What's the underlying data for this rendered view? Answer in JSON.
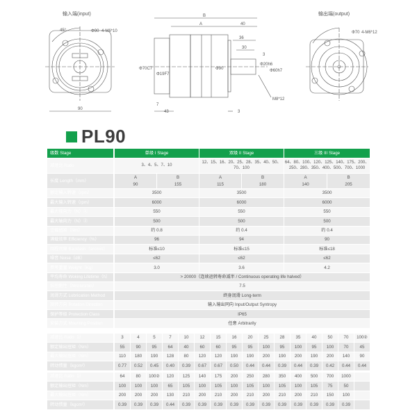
{
  "drawings": {
    "input_caption": "输入端(input)",
    "output_caption": "输出端(output)",
    "dims": {
      "B": "B",
      "A": "A",
      "d40": "40",
      "d36": "36",
      "d30": "30",
      "d3": "3",
      "phi90": "Φ90",
      "phi70": "Φ70C7",
      "phi19": "Φ19F7",
      "phi20": "Φ20h6",
      "phi60": "Φ60h7",
      "m8": "M8*12",
      "d7": "7",
      "d43": "43",
      "d3b": "3",
      "sq90": "90",
      "ang": "45°",
      "phi90in": "Φ90",
      "holes_in": "4-M6*10",
      "phi70out": "Φ70",
      "holes_out": "4-M6*12"
    }
  },
  "title": "PL90",
  "spec_table": {
    "header": {
      "label": "级数 Stage",
      "stages": [
        "单级 I Stage",
        "双级 II Stage",
        "三级 III Stage"
      ]
    },
    "ratio": {
      "label": "减速比 Ratio",
      "values": [
        "3、4、5、7、10",
        "12、15、16、20、25、28、35、40、50、70、100",
        "64、80、100、120、125、140、175、200、250、280、350、400、500、700、1000"
      ]
    },
    "length": {
      "label": "长度 Length（mm）",
      "cols": [
        [
          "A",
          "90"
        ],
        [
          "B",
          "155"
        ],
        [
          "A",
          "115"
        ],
        [
          "B",
          "180"
        ],
        [
          "A",
          "140"
        ],
        [
          "B",
          "205"
        ]
      ]
    },
    "rows": [
      {
        "label": "额定输入转速（rpm）",
        "values": [
          "3500",
          "3500",
          "3500"
        ]
      },
      {
        "label": "最大输入转速（rpm）",
        "values": [
          "6000",
          "6000",
          "6000"
        ]
      },
      {
        "label": "最大径向力（N）②",
        "values": [
          "550",
          "550",
          "550"
        ]
      },
      {
        "label": "最大轴向力（N）②",
        "values": [
          "500",
          "500",
          "500"
        ]
      },
      {
        "label": "空载扭矩（Nm）",
        "values": [
          "约 0.8",
          "约 0.4",
          "约 0.4"
        ]
      },
      {
        "label": "满载效率 Efficiency（%）",
        "values": [
          "96",
          "94",
          "90"
        ]
      },
      {
        "label": "回程间隙 Backlash（arcmin）",
        "values": [
          "标准≤10",
          "标准≤15",
          "标准≤18"
        ]
      },
      {
        "label": "噪音 Noise（dB）",
        "values": [
          "≤62",
          "≤62",
          "≤62"
        ]
      },
      {
        "label": "参考重量 Weight（Kg）",
        "values": [
          "3.0",
          "3.6",
          "4.2"
        ]
      },
      {
        "label": "平均寿命 Woking Lifetime（h）",
        "values": [
          "> 20000（连续运转寿命减半 / Continuous operating life halved）"
        ]
      },
      {
        "label": "抗扭刚性（Nm/arcmin）",
        "values": [
          "7.5"
        ]
      },
      {
        "label": "润滑方式 Lubrication Method",
        "values": [
          "终身润滑 Long-term"
        ]
      },
      {
        "label": "旋转方向 Rotation Direction",
        "values": [
          "输入输出同向 Input/Output Syntropy"
        ]
      },
      {
        "label": "保护等级 Protection Class",
        "values": [
          "IP65"
        ]
      },
      {
        "label": "安装方式 Mounting Position",
        "values": [
          "任意 Arbitrarily"
        ]
      }
    ]
  },
  "torque_tables": [
    {
      "rows": [
        {
          "label": "减速比 Ratio（i）",
          "values": [
            "3",
            "4",
            "5",
            "7",
            "10",
            "12",
            "15",
            "16",
            "20",
            "25",
            "28",
            "35",
            "40",
            "50",
            "70",
            "100②"
          ]
        },
        {
          "label": "额定输出扭矩（Nm）",
          "values": [
            "55",
            "90",
            "95",
            "64",
            "40",
            "60",
            "60",
            "95",
            "95",
            "100",
            "95",
            "100",
            "95",
            "100",
            "70",
            "45"
          ]
        },
        {
          "label": "最大输出扭矩（Nm）",
          "values": [
            "110",
            "180",
            "190",
            "128",
            "80",
            "120",
            "120",
            "190",
            "190",
            "200",
            "190",
            "200",
            "190",
            "200",
            "140",
            "90"
          ]
        },
        {
          "label": "转动惯量（kgcm²）",
          "values": [
            "0.77",
            "0.52",
            "0.45",
            "0.40",
            "0.39",
            "0.67",
            "0.67",
            "0.50",
            "0.44",
            "0.44",
            "0.39",
            "0.44",
            "0.39",
            "0.42",
            "0.44",
            "0.44"
          ]
        }
      ]
    },
    {
      "rows": [
        {
          "label": "减速比 Ratio（i）",
          "values": [
            "64",
            "80",
            "100②",
            "120",
            "125",
            "140",
            "175",
            "200",
            "250",
            "280",
            "350",
            "400",
            "500",
            "700",
            "1000",
            ""
          ]
        },
        {
          "label": "额定输出扭矩（Nm）",
          "values": [
            "100",
            "100",
            "100",
            "65",
            "105",
            "100",
            "105",
            "100",
            "105",
            "100",
            "105",
            "100",
            "105",
            "75",
            "50",
            ""
          ]
        },
        {
          "label": "最大输出扭矩（Nm）",
          "values": [
            "200",
            "200",
            "200",
            "130",
            "210",
            "200",
            "210",
            "200",
            "210",
            "200",
            "210",
            "200",
            "210",
            "150",
            "100",
            ""
          ]
        },
        {
          "label": "转动惯量（kgcm²）",
          "values": [
            "0.39",
            "0.39",
            "0.39",
            "0.44",
            "0.39",
            "0.39",
            "0.39",
            "0.39",
            "0.39",
            "0.39",
            "0.39",
            "0.39",
            "0.39",
            "0.39",
            "0.39",
            ""
          ]
        }
      ]
    }
  ],
  "colors": {
    "accent": "#13a04c"
  }
}
